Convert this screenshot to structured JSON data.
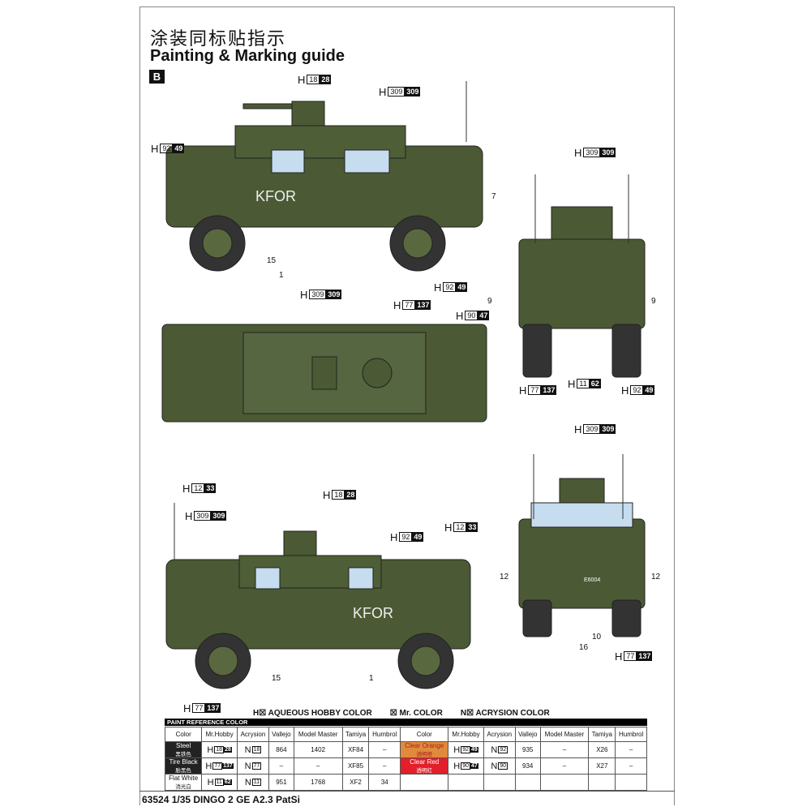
{
  "header": {
    "title_cn": "涂装同标贴指示",
    "title_en": "Painting & Marking guide",
    "variant": "B"
  },
  "markings": {
    "kfor": "KFOR",
    "plate": "E6004"
  },
  "callouts": [
    {
      "h": "H",
      "a": "18",
      "b": "28"
    },
    {
      "h": "H",
      "a": "309",
      "b": "309"
    },
    {
      "h": "H",
      "a": "92",
      "b": "49"
    },
    {
      "h": "H",
      "a": "92",
      "b": "49"
    },
    {
      "h": "H",
      "a": "77",
      "b": "137"
    },
    {
      "h": "H",
      "a": "309",
      "b": "309"
    },
    {
      "h": "H",
      "a": "12",
      "b": "33"
    },
    {
      "h": "H",
      "a": "309",
      "b": "309"
    },
    {
      "h": "H",
      "a": "90",
      "b": "47"
    },
    {
      "h": "H",
      "a": "77",
      "b": "137"
    },
    {
      "h": "H",
      "a": "11",
      "b": "62"
    },
    {
      "h": "H",
      "a": "92",
      "b": "49"
    },
    {
      "h": "H",
      "a": "309",
      "b": "309"
    },
    {
      "h": "H",
      "a": "12",
      "b": "33"
    },
    {
      "h": "H",
      "a": "77",
      "b": "137"
    },
    {
      "h": "H",
      "a": "18",
      "b": "28"
    },
    {
      "h": "H",
      "a": "309",
      "b": "309"
    },
    {
      "h": "H",
      "a": "92",
      "b": "49"
    },
    {
      "h": "H",
      "a": "77",
      "b": "137"
    }
  ],
  "numbers": [
    "7",
    "15",
    "1",
    "9",
    "9",
    "12",
    "12",
    "10",
    "16",
    "15",
    "1"
  ],
  "legend": {
    "h": "H☒ AQUEOUS HOBBY COLOR",
    "mr": "☒ Mr. COLOR",
    "n": "N☒ ACRYSION COLOR"
  },
  "paint_table": {
    "title": "PAINT REFERENCE COLOR",
    "headers": [
      "Color",
      "Mr.Hobby",
      "Acrysion",
      "Vallejo",
      "Model Master",
      "Tamiya",
      "Humbrol"
    ],
    "left": [
      {
        "name": "Steel",
        "cn": "黑铁色",
        "h": [
          "18",
          "28"
        ],
        "n": "18",
        "vallejo": "864",
        "mm": "1402",
        "tamiya": "XF84",
        "humbrol": "–"
      },
      {
        "name": "Tire Black",
        "cn": "胎黑色",
        "h": [
          "77",
          "137"
        ],
        "n": "77",
        "vallejo": "–",
        "mm": "–",
        "tamiya": "XF85",
        "humbrol": "–"
      },
      {
        "name": "Flat White",
        "cn": "消光白",
        "h": [
          "11",
          "62"
        ],
        "n": "11",
        "vallejo": "951",
        "mm": "1768",
        "tamiya": "XF2",
        "humbrol": "34"
      }
    ],
    "right": [
      {
        "name": "Clear Orange",
        "cn": "透明橙",
        "h": [
          "92",
          "49"
        ],
        "n": "92",
        "vallejo": "935",
        "mm": "–",
        "tamiya": "X26",
        "humbrol": "–"
      },
      {
        "name": "Clear Red",
        "cn": "透明红",
        "h": [
          "90",
          "47"
        ],
        "n": "90",
        "vallejo": "934",
        "mm": "–",
        "tamiya": "X27",
        "humbrol": "–"
      }
    ]
  },
  "footer": "63524 1/35 DINGO 2 GE A2.3 PatSi",
  "colors": {
    "olive": "#4b5a34",
    "window": "#c6dcef"
  }
}
